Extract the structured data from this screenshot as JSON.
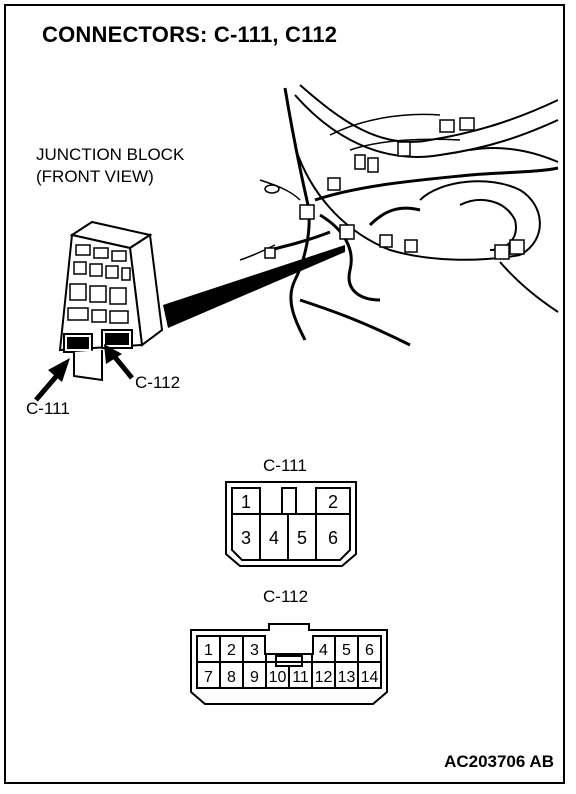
{
  "title": "CONNECTORS: C-111, C112",
  "junction_block": {
    "line1": "JUNCTION BLOCK",
    "line2": "(FRONT VIEW)"
  },
  "callouts": {
    "c111": "C-111",
    "c112": "C-112"
  },
  "connector_c111": {
    "label": "C-111",
    "top_pins": [
      "1",
      "2"
    ],
    "bottom_pins": [
      "3",
      "4",
      "5",
      "6"
    ]
  },
  "connector_c112": {
    "label": "C-112",
    "top_pins": [
      "1",
      "2",
      "3",
      "4",
      "5",
      "6"
    ],
    "bottom_pins": [
      "7",
      "8",
      "9",
      "10",
      "11",
      "12",
      "13",
      "14"
    ]
  },
  "reference": "AC203706 AB"
}
